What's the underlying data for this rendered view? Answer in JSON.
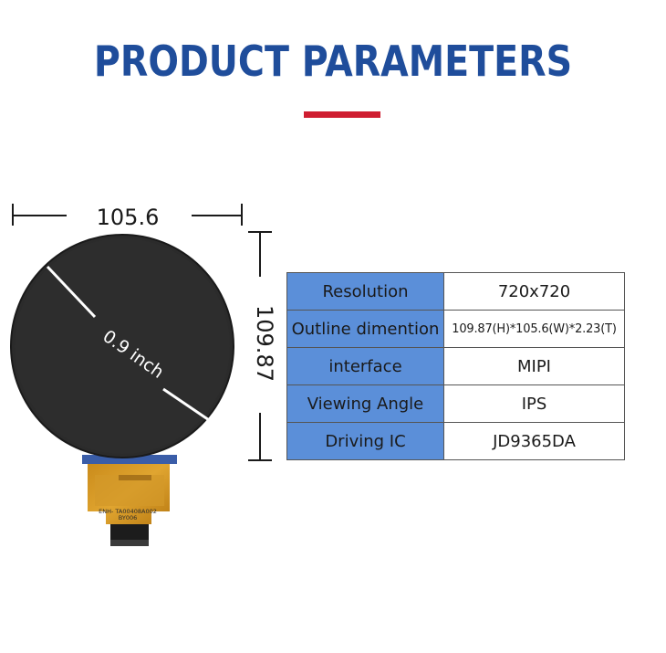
{
  "header": {
    "title": "PRODUCT  PARAMETERS"
  },
  "dimensions": {
    "width": "105.6",
    "height": "109.87",
    "diagonal": "0.9 inch"
  },
  "fpc": {
    "line1": "ENH- TA00408A002",
    "line2": "BY006"
  },
  "specs": [
    {
      "label": "Resolution",
      "value": "720x720"
    },
    {
      "label": "Outline dimention",
      "value": "109.87(H)*105.6(W)*2.23(T)"
    },
    {
      "label": "interface",
      "value": "MIPI"
    },
    {
      "label": "Viewing Angle",
      "value": "IPS"
    },
    {
      "label": "Driving IC",
      "value": "JD9365DA"
    }
  ],
  "colors": {
    "title": "#1f4d9b",
    "accent_bar": "#cf1d30",
    "table_key_bg": "#5b8fd9",
    "screen": "#2b2b2b"
  }
}
